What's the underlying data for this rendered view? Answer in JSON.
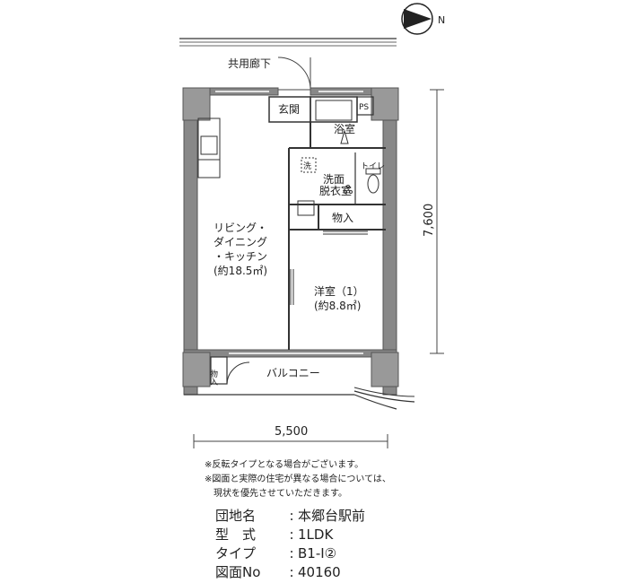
{
  "compass": {
    "label": "N"
  },
  "rooms": {
    "corridor": "共用廊下",
    "entrance": "玄関",
    "ps": "PS",
    "bath": "浴室",
    "wash_mark": "洗",
    "toilet": "トイレ",
    "washroom_line1": "洗面",
    "washroom_line2": "脱衣室",
    "storage": "物入",
    "ldk_line1": "リビング・",
    "ldk_line2": "ダイニング",
    "ldk_line3": "・キッチン",
    "ldk_area": "(約18.5㎡)",
    "western_line1": "洋室（1）",
    "western_area": "(約8.8㎡)",
    "balcony_storage": "物入",
    "balcony": "バルコニー"
  },
  "dimensions": {
    "width": "5,500",
    "depth": "7,600"
  },
  "notes": [
    "※反転タイプとなる場合がございます。",
    "※図面と実際の住宅が異なる場合については、",
    "　現状を優先させていただきます。"
  ],
  "info": [
    {
      "label": "団地名",
      "value": "本郷台駅前"
    },
    {
      "label": "型　式",
      "value": "1LDK"
    },
    {
      "label": "タイプ",
      "value": "B1-Ⅰ②"
    },
    {
      "label": "図面No",
      "value": "40160"
    }
  ]
}
